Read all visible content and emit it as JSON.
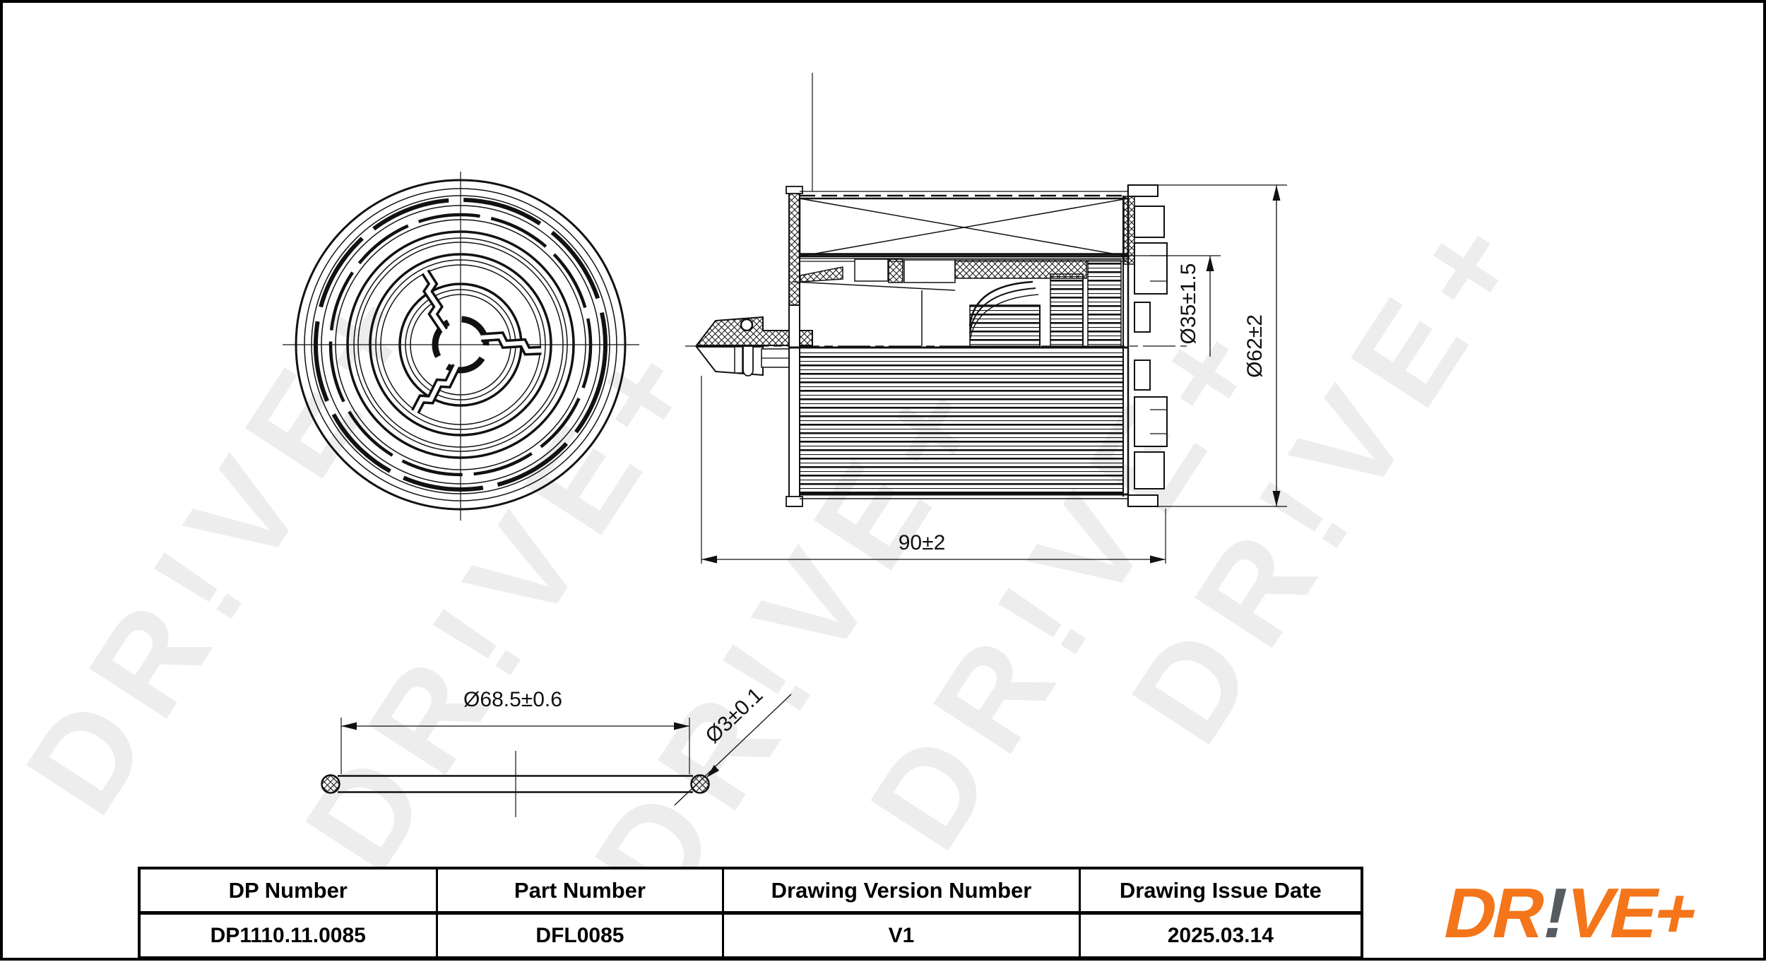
{
  "watermark": {
    "text": "DR!VE+",
    "color": "#ededed",
    "angle_deg": -57
  },
  "drawing": {
    "line_color": "#111111",
    "dimensions": {
      "body_length": "90±2",
      "inner_diameter": "Ø35±1.5",
      "outer_diameter": "Ø62±2",
      "gasket_outer_diameter": "Ø68.5±0.6",
      "gasket_section_diameter": "Ø3±0.1"
    }
  },
  "title_block": {
    "columns": [
      {
        "header": "DP Number",
        "value": "DP1110.11.0085"
      },
      {
        "header": "Part Number",
        "value": "DFL0085"
      },
      {
        "header": "Drawing Version Number",
        "value": "V1"
      },
      {
        "header": "Drawing Issue Date",
        "value": "2025.03.14"
      }
    ]
  },
  "logo": {
    "prefix": "DR",
    "exclamation": "!",
    "suffix": "VE+",
    "orange": "#f4751a",
    "gray": "#575c61"
  }
}
